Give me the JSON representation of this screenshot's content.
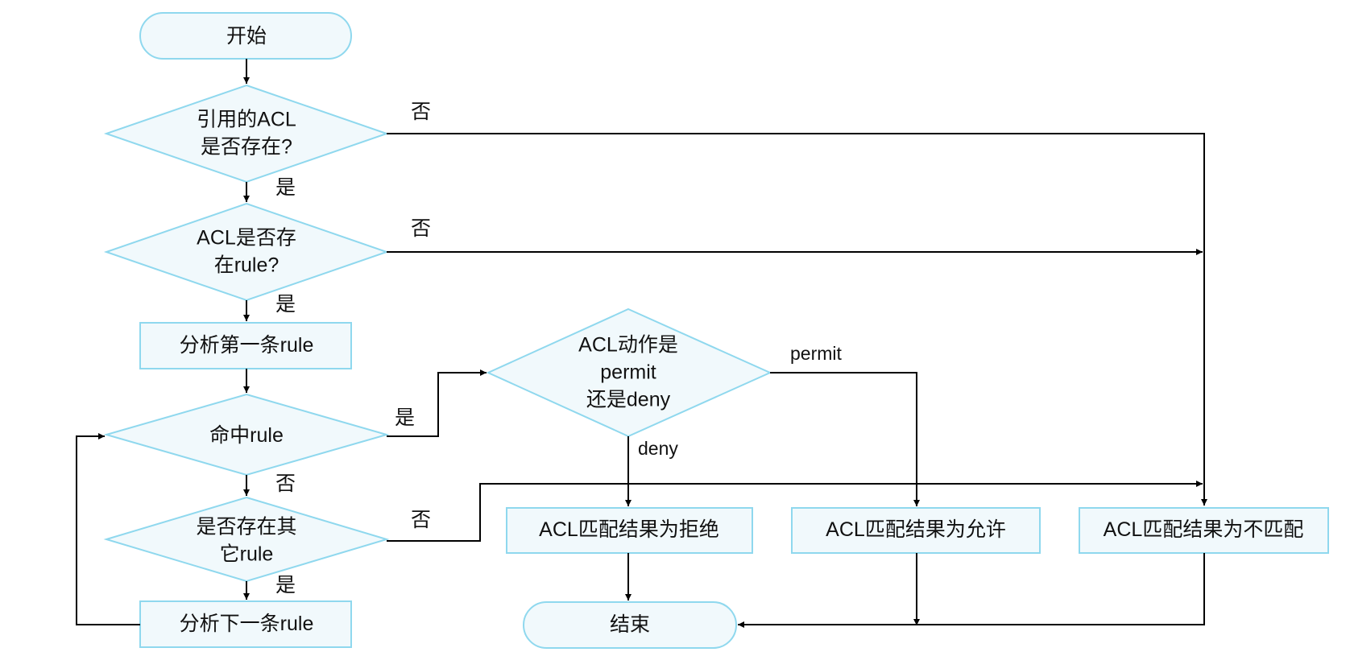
{
  "nodes": {
    "start": "开始",
    "acl_exists": [
      "引用的ACL",
      "是否存在?"
    ],
    "acl_has_rule": [
      "ACL是否存",
      "在rule?"
    ],
    "analyze_first_rule": "分析第一条rule",
    "hit_rule": "命中rule",
    "other_rule_exists": [
      "是否存在其",
      "它rule"
    ],
    "analyze_next_rule": "分析下一条rule",
    "acl_action": [
      "ACL动作是",
      "permit",
      "还是deny"
    ],
    "result_deny": "ACL匹配结果为拒绝",
    "result_permit": "ACL匹配结果为允许",
    "result_no_match": "ACL匹配结果为不匹配",
    "end": "结束"
  },
  "edges": {
    "acl_exists_no": "否",
    "acl_exists_yes": "是",
    "acl_has_rule_no": "否",
    "acl_has_rule_yes": "是",
    "hit_rule_yes": "是",
    "hit_rule_no": "否",
    "other_rule_no": "否",
    "other_rule_yes": "是",
    "action_permit": "permit",
    "action_deny": "deny"
  },
  "colors": {
    "node_fill": "#f1f9fc",
    "node_border": "#8fd8ee",
    "line": "#000000"
  }
}
